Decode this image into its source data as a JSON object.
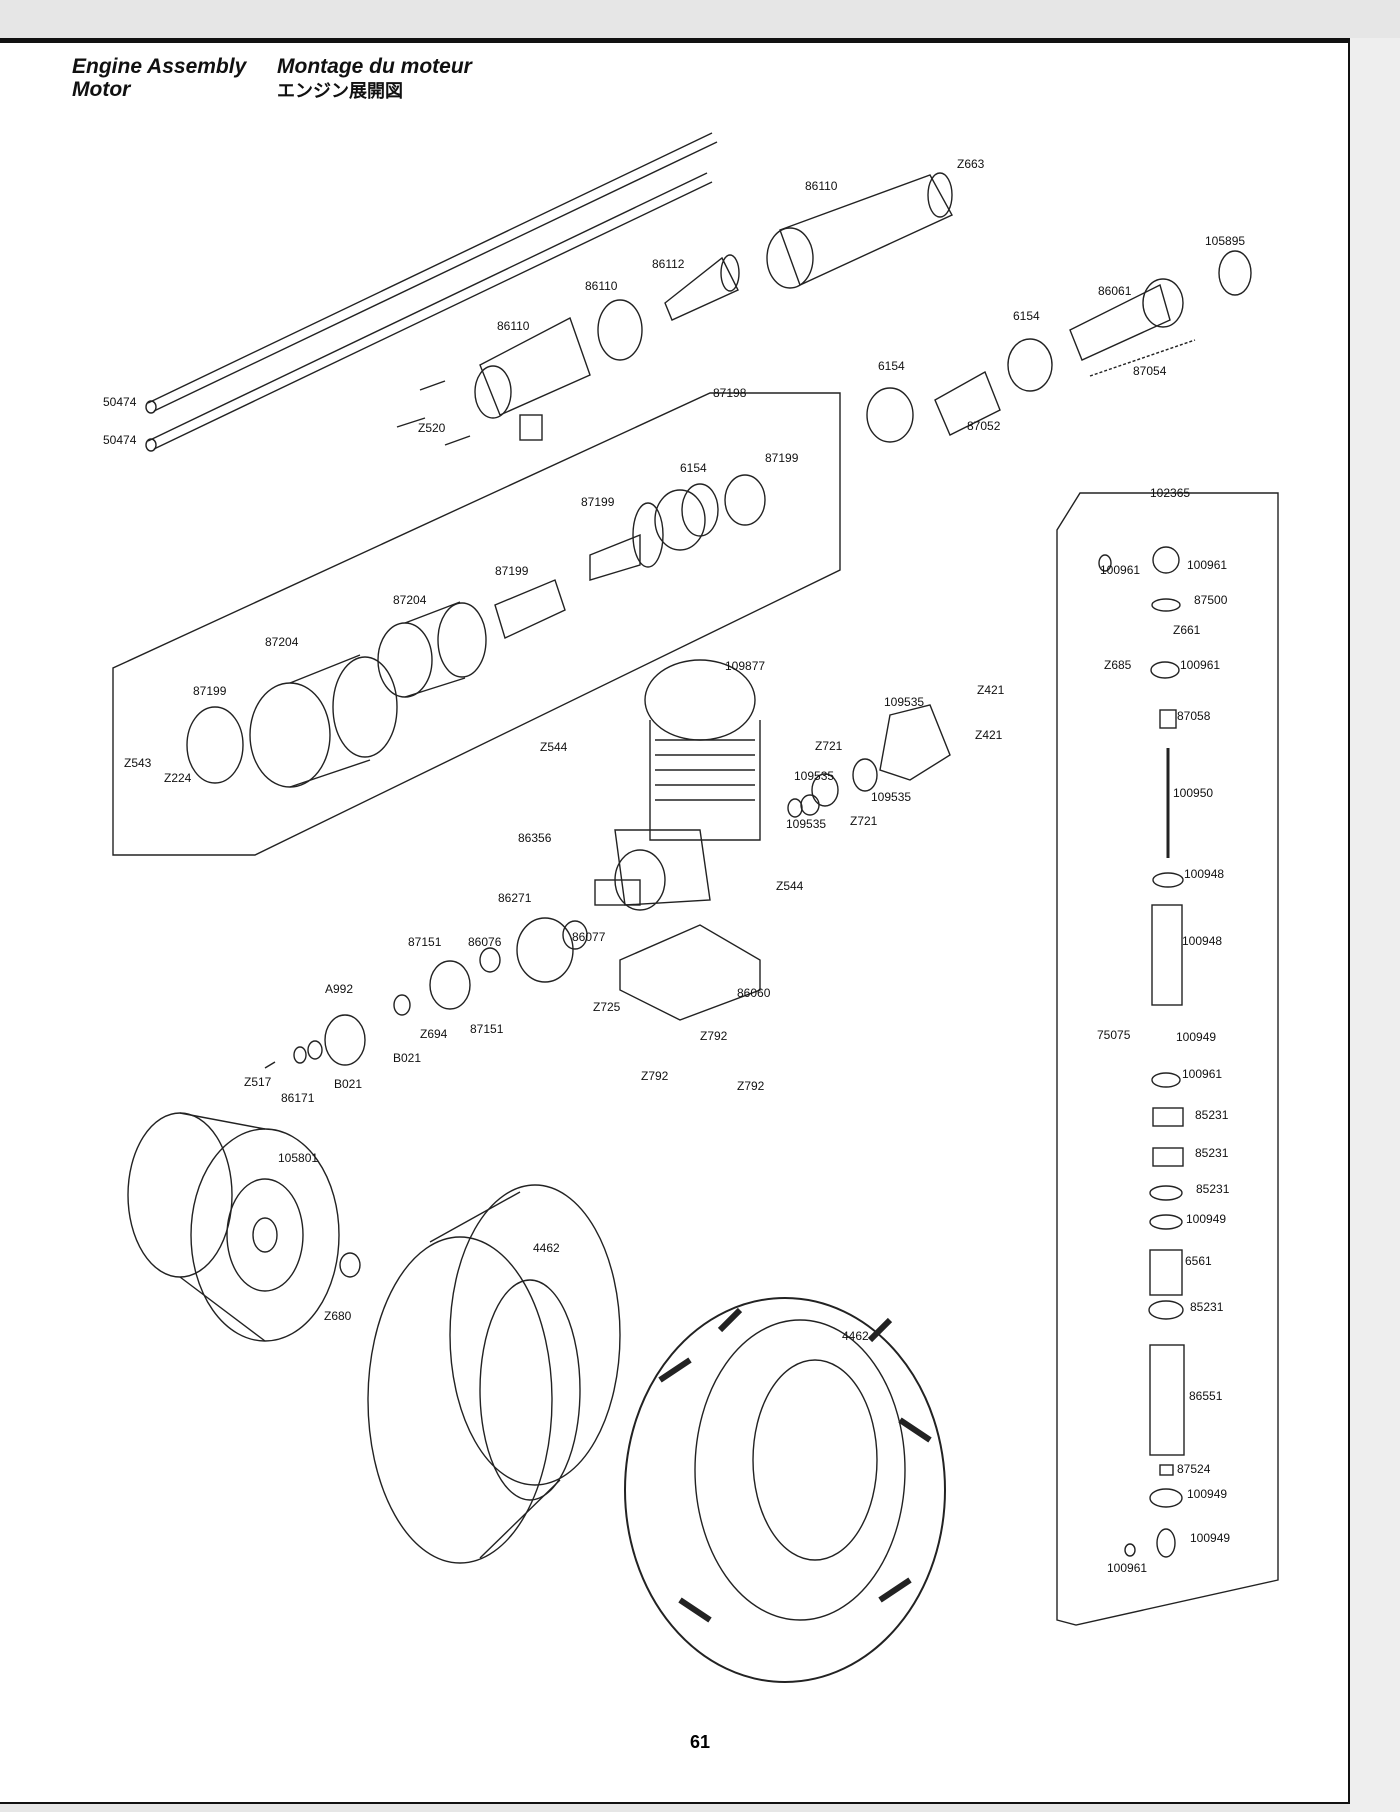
{
  "header": {
    "title_en": "Engine Assembly",
    "title_fr": "Montage du moteur",
    "title_de": "Motor",
    "title_jp": "エンジン展開図"
  },
  "page_number": "61",
  "groups": {
    "engine_group": "87198",
    "shock_group": "102365"
  },
  "part_labels": [
    "Z663",
    "86110",
    "105895",
    "86112",
    "86110",
    "86110",
    "86061",
    "6154",
    "87054",
    "6154",
    "87052",
    "50474",
    "50474",
    "Z520",
    "87198",
    "87199",
    "6154",
    "87199",
    "87199",
    "87204",
    "87204",
    "87199",
    "Z543",
    "Z224",
    "109877",
    "Z421",
    "Z421",
    "109535",
    "Z544",
    "Z721",
    "109535",
    "109535",
    "109535",
    "Z721",
    "86356",
    "Z544",
    "86271",
    "87151",
    "86076",
    "86077",
    "A992",
    "Z694",
    "B021",
    "87151",
    "86060",
    "Z725",
    "Z792",
    "Z517",
    "86171",
    "B021",
    "Z792",
    "Z792",
    "105801",
    "Z680",
    "4462",
    "4462",
    "102365",
    "100961",
    "100961",
    "87500",
    "Z661",
    "Z685",
    "100961",
    "87058",
    "100950",
    "100948",
    "100948",
    "75075",
    "100949",
    "100961",
    "85231",
    "85231",
    "85231",
    "100949",
    "6561",
    "85231",
    "86551",
    "87524",
    "100949",
    "100949",
    "100961"
  ]
}
